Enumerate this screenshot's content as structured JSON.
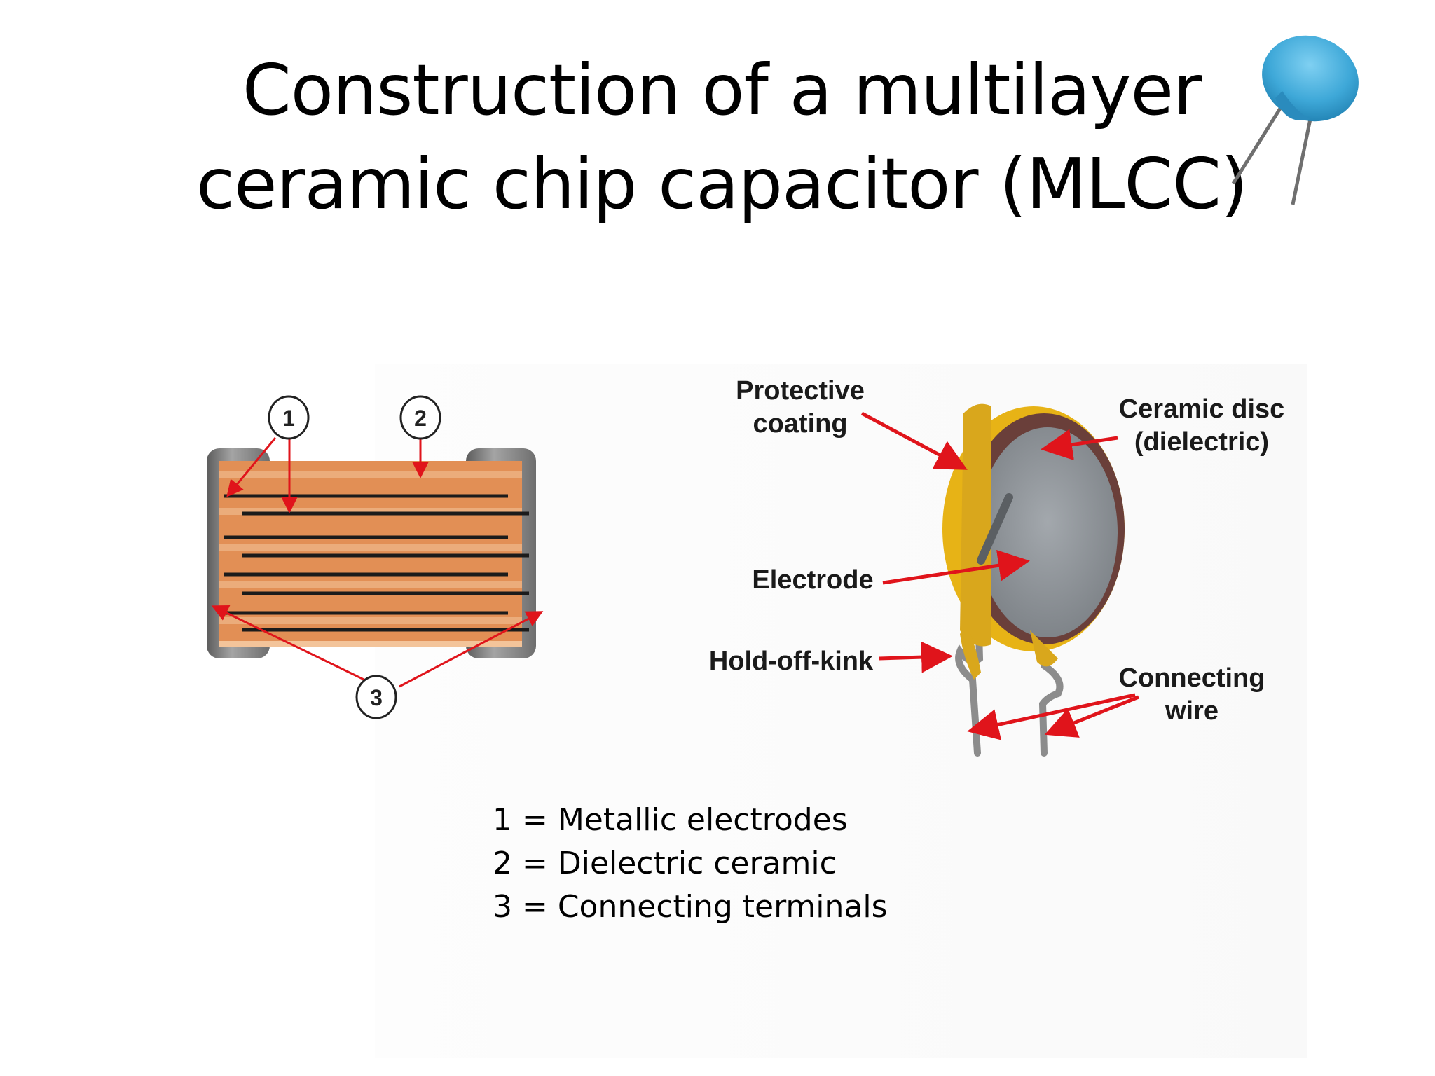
{
  "title": {
    "line1": "Construction of a multilayer",
    "line2": "ceramic chip capacitor (MLCC)"
  },
  "chip_diagram": {
    "callouts": [
      "1",
      "2",
      "3"
    ]
  },
  "disc_diagram": {
    "labels": {
      "protective_coating": [
        "Protective",
        "coating"
      ],
      "ceramic_disc": [
        "Ceramic disc",
        "(dielectric)"
      ],
      "electrode": "Electrode",
      "hold_off_kink": "Hold-off-kink",
      "connecting_wire": [
        "Connecting",
        "wire"
      ]
    }
  },
  "legend": [
    "1 = Metallic electrodes",
    "2 = Dielectric ceramic",
    "3 = Connecting terminals"
  ],
  "colors": {
    "arrow": "#e0141b",
    "ceramic_orange": "#e28f55",
    "terminal_gray": "#8a8a8a",
    "disc_yellow": "#e7b316",
    "disc_gray": "#8e9398",
    "corner_capacitor_blue": "#3ea8d8"
  },
  "icons": {
    "corner_image": "blue-ceramic-capacitor-icon"
  }
}
